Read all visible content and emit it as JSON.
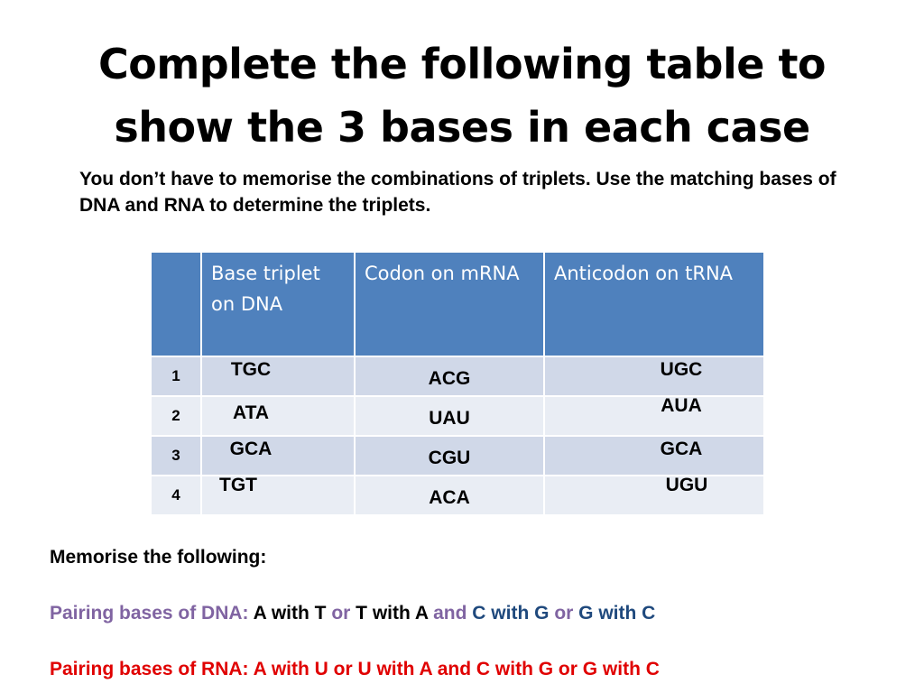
{
  "title": {
    "line1": "Complete the following table to",
    "line2": "show the 3 bases in each case"
  },
  "subtitle": "You don’t have to memorise the combinations of triplets. Use the matching bases of DNA and RNA to determine the triplets.",
  "table": {
    "headers": [
      "",
      "Base triplet on DNA",
      "Codon on mRNA",
      "Anticodon on tRNA"
    ],
    "rows": [
      {
        "num": "1",
        "dna": "TGC",
        "mrna": "ACG",
        "trna": "UGC"
      },
      {
        "num": "2",
        "dna": "ATA",
        "mrna": "UAU",
        "trna": "AUA"
      },
      {
        "num": "3",
        "dna": "GCA",
        "mrna": "CGU",
        "trna": "GCA"
      },
      {
        "num": "4",
        "dna": "TGT",
        "mrna": "ACA",
        "trna": "UGU"
      }
    ]
  },
  "memorise_heading": "Memorise the following:",
  "dna_pairing": {
    "label": "Pairing bases of DNA:",
    "p1": "A with T",
    "or1": "or",
    "p2": "T with A",
    "and": "and",
    "p3": "C with G",
    "or2": "or",
    "p4": "G with C"
  },
  "rna_pairing": {
    "text": "Pairing bases of RNA: A with U or U with A and C with G or G with C"
  },
  "colors": {
    "header_blue": "#4f81bd",
    "row_dark": "#d0d8e8",
    "row_light": "#e9edf4",
    "dna_label_purple": "#8064a2",
    "cg_blue": "#1f497d",
    "rna_red": "#e00000"
  }
}
